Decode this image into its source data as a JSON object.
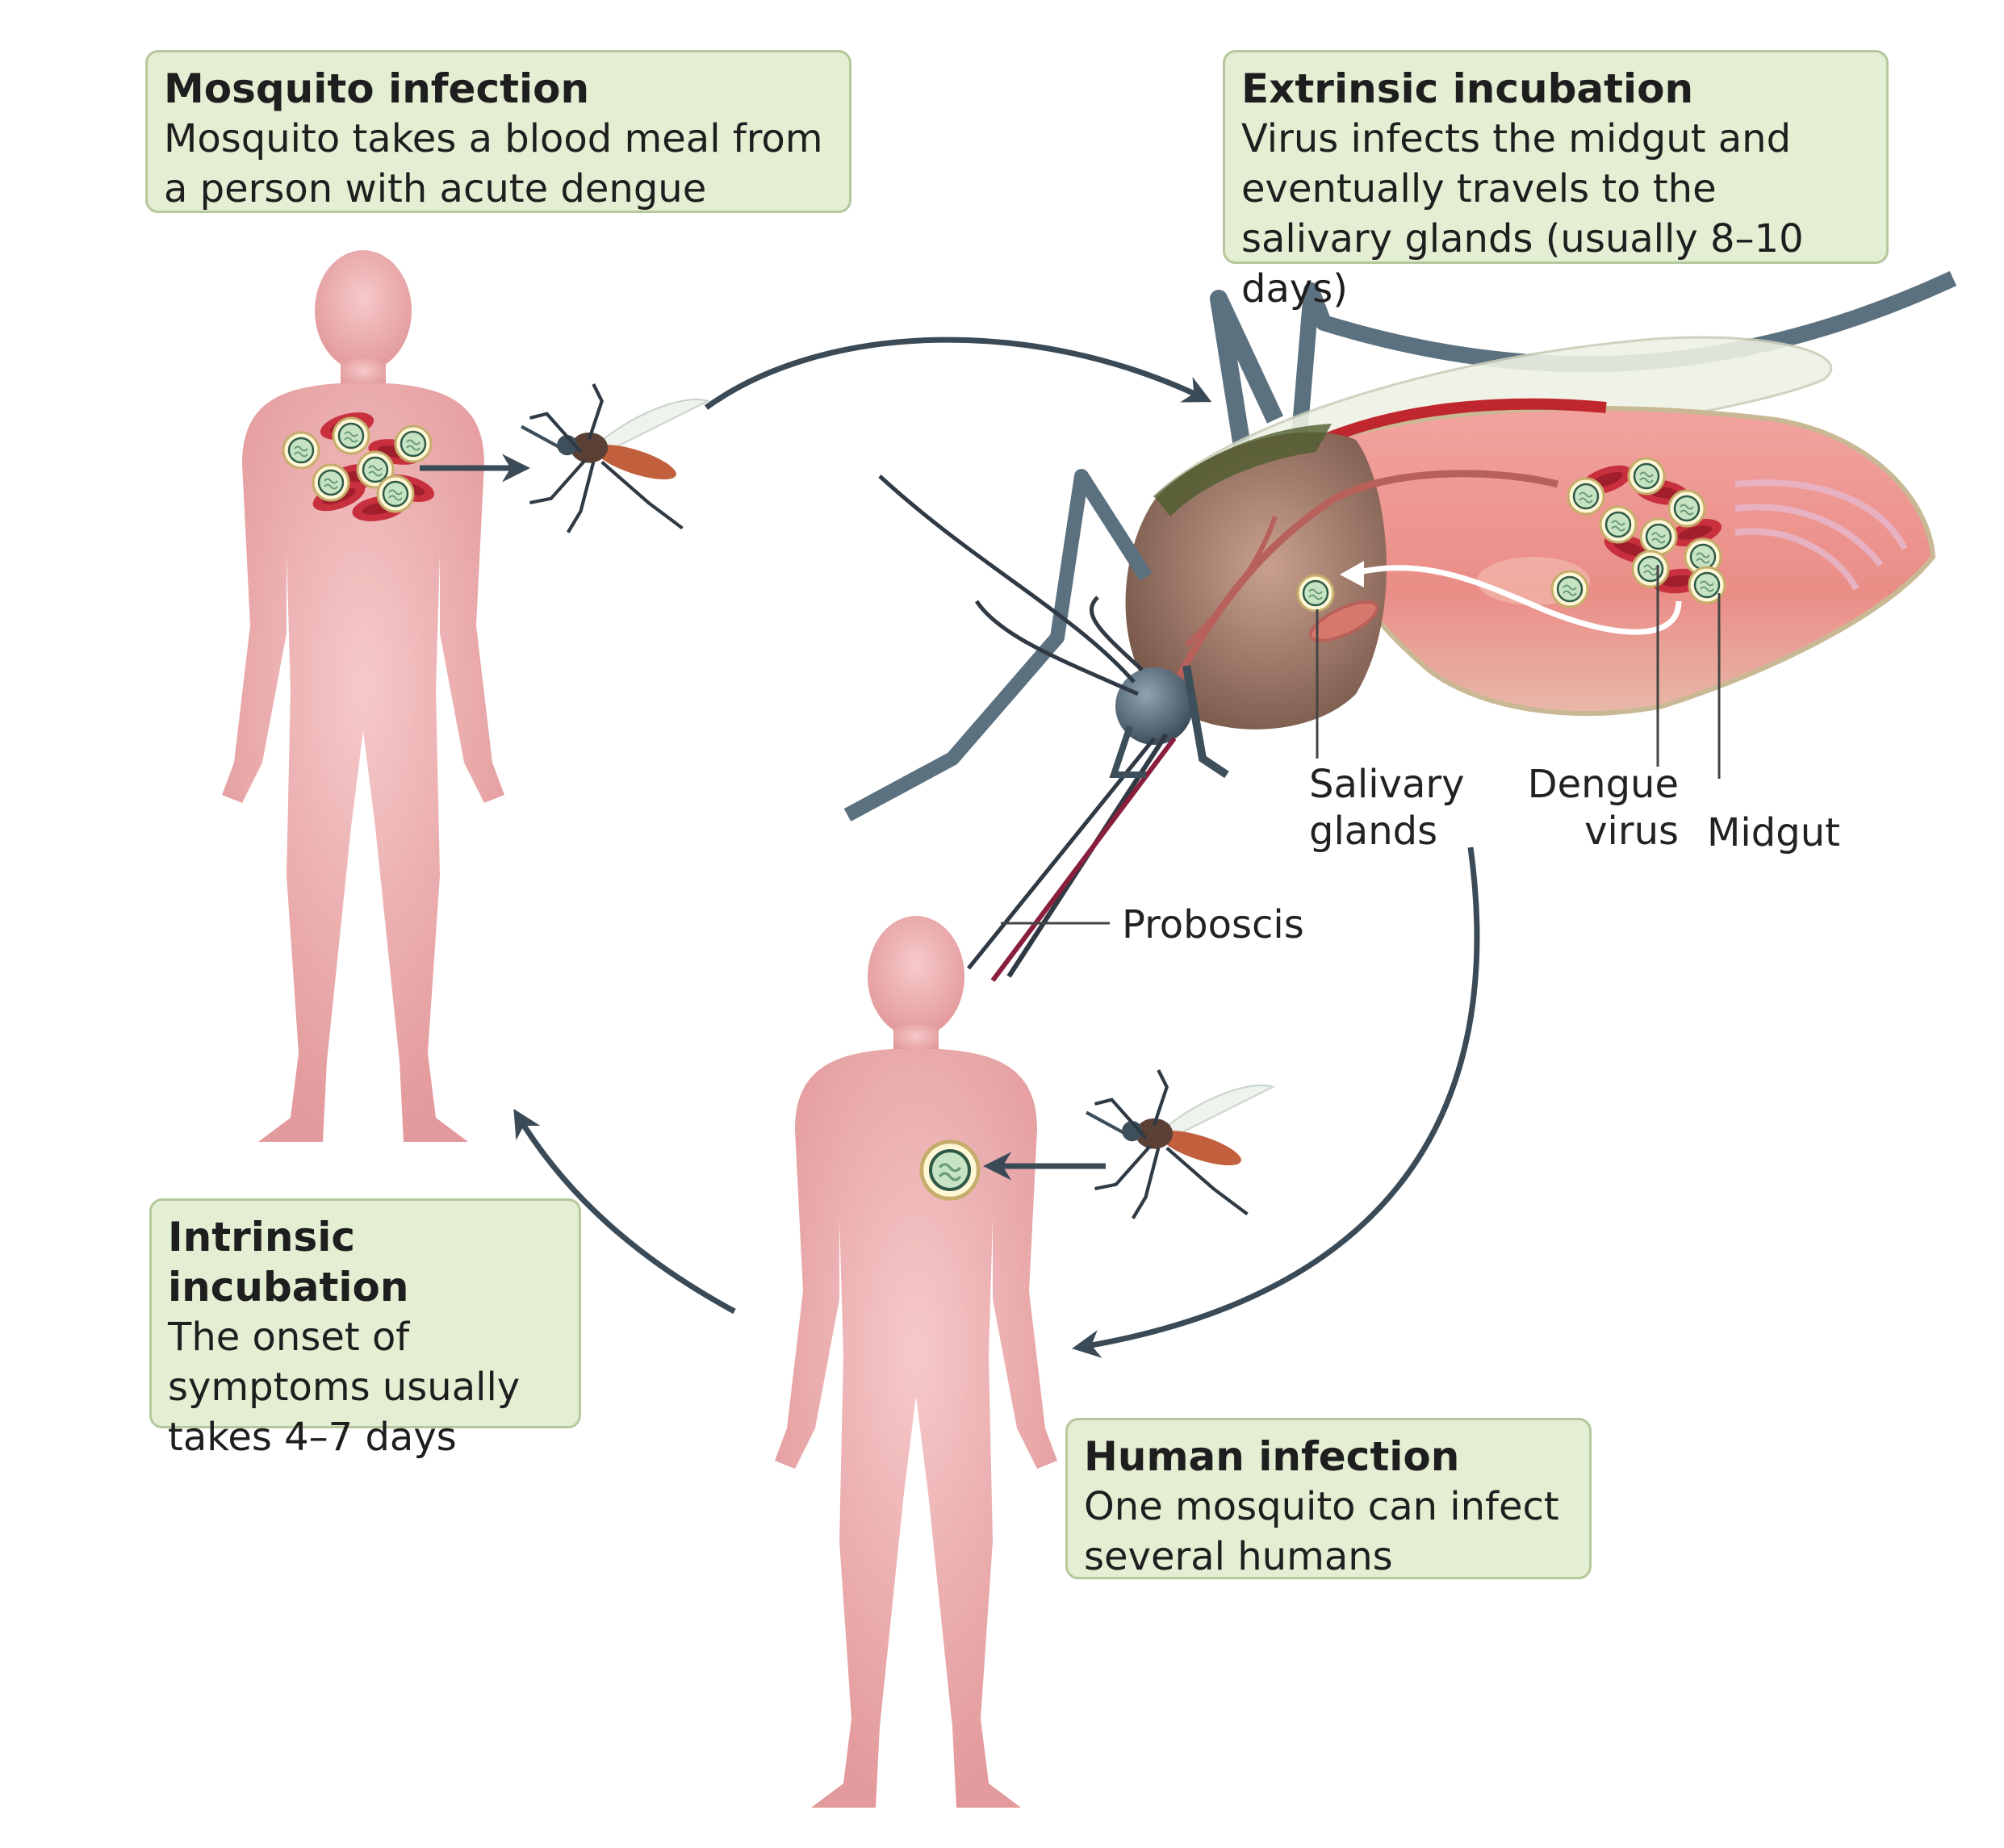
{
  "boxes": {
    "mosquito_infection": {
      "title": "Mosquito infection",
      "desc": "Mosquito takes a blood meal from a person with acute dengue"
    },
    "extrinsic_incubation": {
      "title": "Extrinsic incubation",
      "desc": "Virus infects the midgut and eventually travels to the salivary glands (usually 8–10 days)"
    },
    "intrinsic_incubation": {
      "title": "Intrinsic incubation",
      "desc": "The onset of symptoms usually takes 4–7 days"
    },
    "human_infection": {
      "title": "Human infection",
      "desc": "One mosquito can infect several humans"
    }
  },
  "labels": {
    "salivary_glands": [
      "Salivary",
      "glands"
    ],
    "dengue_virus": [
      "Dengue",
      "virus"
    ],
    "midgut": "Midgut",
    "proboscis": "Proboscis"
  },
  "colors": {
    "skin": "#e9a3a5",
    "box_fill": "#e3eed3",
    "arrow": "#3a4a56",
    "leg": "#5c7180",
    "virus": "#c6e4c4",
    "blood_cell": "#c8303e"
  }
}
